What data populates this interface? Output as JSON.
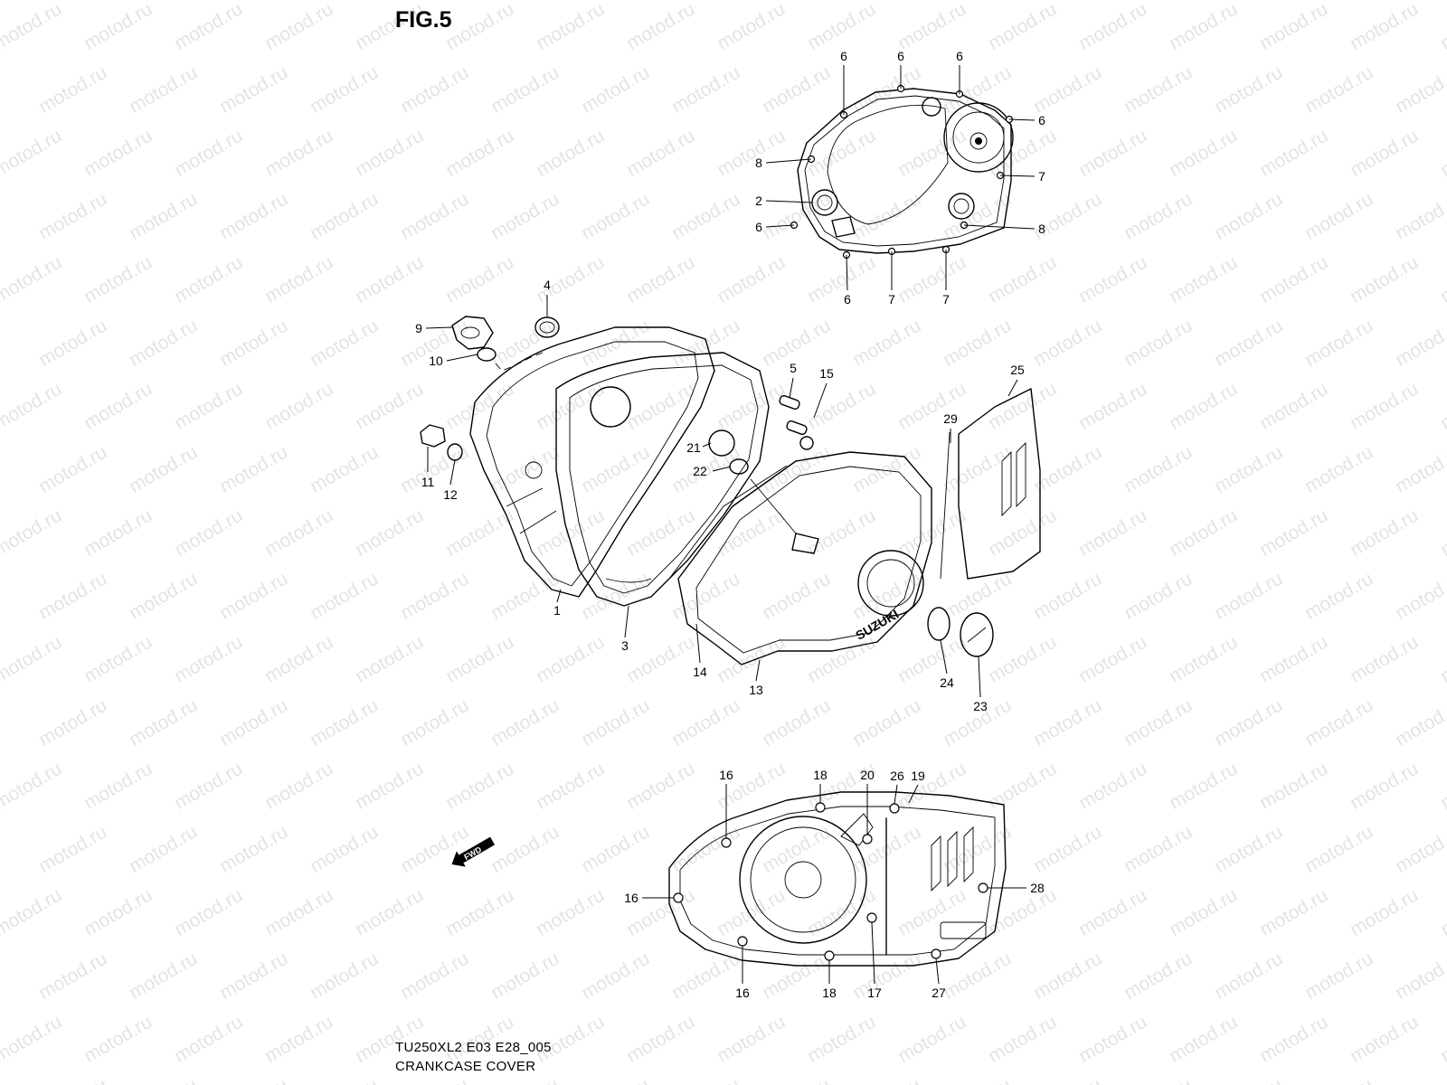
{
  "figure": {
    "title": "FIG.5",
    "code": "TU250XL2 E03 E28_005",
    "caption": "CRANKCASE COVER"
  },
  "watermark": "motod.ru",
  "fwd_label": "FWD",
  "brand_mark": "SUZUKI",
  "callouts": [
    "1",
    "2",
    "3",
    "4",
    "5",
    "6",
    "7",
    "8",
    "9",
    "10",
    "11",
    "12",
    "13",
    "14",
    "15",
    "16",
    "17",
    "18",
    "19",
    "20",
    "21",
    "22",
    "23",
    "24",
    "25",
    "26",
    "27",
    "28",
    "29"
  ]
}
